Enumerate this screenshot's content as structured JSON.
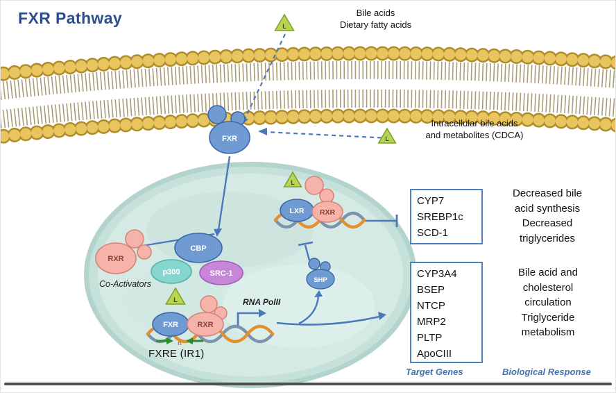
{
  "title": "FXR Pathway",
  "ligands": {
    "letter": "L",
    "extracellular": {
      "text": "Bile acids\nDietary fatty acids"
    },
    "intracellular": {
      "text": "Intracellular bile acids\nand metabolites (CDCA)"
    }
  },
  "molecules": {
    "fxr_membrane": "FXR",
    "rxr_free": "RXR",
    "cbp": "CBP",
    "p300": "p300",
    "src1": "SRC-1",
    "fxr_dna": "FXR",
    "rxr_dna": "RXR",
    "lxr": "LXR",
    "rxr_lxr": "RXR",
    "shp": "SHP"
  },
  "labels": {
    "co_activators": "Co-Activators",
    "rna_polii": "RNA PolII",
    "fxre": "FXRE (IR1)",
    "ir1_spacer": "n",
    "target_genes": "Target Genes",
    "biological_response": "Biological Response"
  },
  "gene_boxes": [
    {
      "genes": [
        "CYP7",
        "SREBP1c",
        "SCD-1"
      ],
      "response": "Decreased bile\nacid synthesis\nDecreased\ntriglycerides"
    },
    {
      "genes": [
        "CYP3A4",
        "BSEP",
        "NTCP",
        "MRP2",
        "PLTP",
        "ApoCIII"
      ],
      "response": "Bile acid and\ncholesterol\ncirculation\nTriglyceride\nmetabolism"
    }
  ],
  "colors": {
    "accent_blue": "#4a78b8",
    "box_border": "#4f81bd",
    "caption_blue": "#4273ae",
    "blob_blue": "#6f9bd2",
    "blob_pink": "#f5b3aa",
    "blob_teal": "#86d6cf",
    "blob_purple": "#c886d8",
    "ligand_green": "#b9d352",
    "membrane_gold": "#e8c55e",
    "nucleus_teal": "#d4e9e4",
    "dna_orange": "#e2902f",
    "dna_blue": "#7d93ad"
  }
}
